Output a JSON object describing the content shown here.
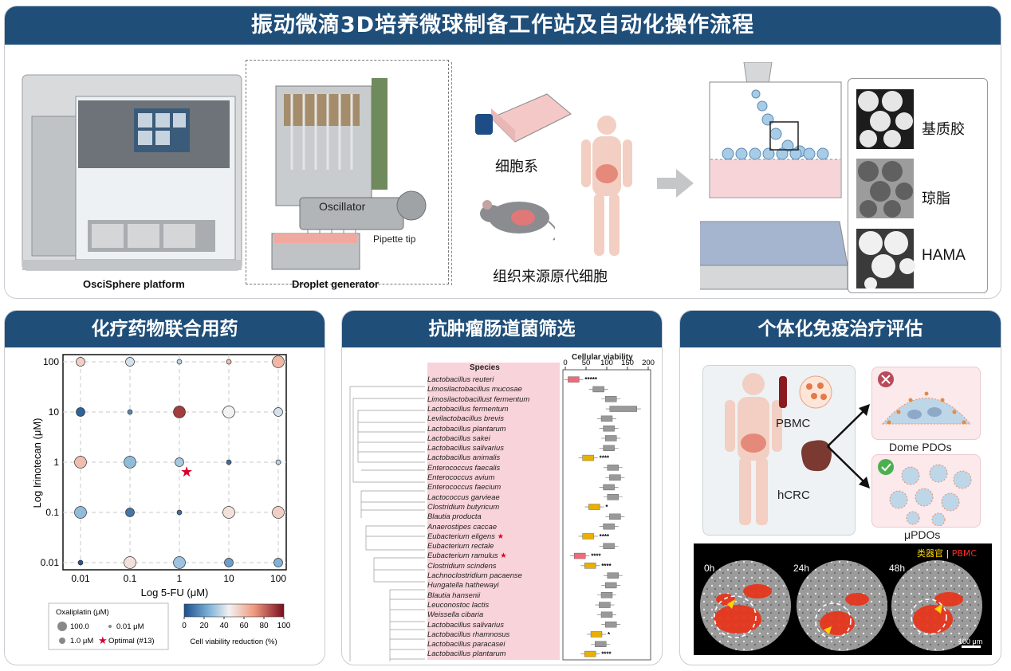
{
  "top": {
    "title": "振动微滴3D培养微球制备工作站及自动化操作流程",
    "platform_caption": "OsciSphere platform",
    "generator_caption": "Droplet generator",
    "oscillator_label": "Oscillator",
    "pipette_label": "Pipette tip",
    "cell_line_label": "细胞系",
    "primary_label": "组织来源原代细胞",
    "materials": [
      "基质胶",
      "琼脂",
      "HAMA"
    ]
  },
  "panel_a": {
    "title": "化疗药物联合用药",
    "legend_title": "Oxaliplatin (μM)",
    "legend_items": [
      "100.0",
      "0.01 μM",
      "1.0 μM",
      "Optimal (#13)"
    ],
    "colorbar_ticks": [
      "0",
      "20",
      "40",
      "60",
      "80",
      "100"
    ],
    "colorbar_label": "Cell viability reduction (%)"
  },
  "panel_b": {
    "title": "抗肿瘤肠道菌筛选",
    "species_header": "Species",
    "viability_header": "Cellular viability",
    "viability_ticks": [
      "0",
      "50",
      "100",
      "150",
      "200"
    ],
    "species": [
      {
        "name": "Lactobacillus reuteri",
        "star": "",
        "sig": "*****",
        "mean": 20,
        "color": "#ef6b7a"
      },
      {
        "name": "Limosilactobacillus mucosae",
        "star": "",
        "sig": "",
        "mean": 80,
        "color": "#999999"
      },
      {
        "name": "Limosilactobacillust fermentum",
        "star": "",
        "sig": "",
        "mean": 110,
        "color": "#999999"
      },
      {
        "name": "Lactobacillus fermentum",
        "star": "",
        "sig": "",
        "mean": 140,
        "color": "#999999"
      },
      {
        "name": "Levilactobacillus brevis",
        "star": "",
        "sig": "",
        "mean": 100,
        "color": "#999999"
      },
      {
        "name": "Lactobacillus plantarum",
        "star": "",
        "sig": "",
        "mean": 105,
        "color": "#999999"
      },
      {
        "name": "Lactobacillus sakei",
        "star": "",
        "sig": "",
        "mean": 110,
        "color": "#999999"
      },
      {
        "name": "Lactobacillus salivarius",
        "star": "",
        "sig": "",
        "mean": 105,
        "color": "#999999"
      },
      {
        "name": "Lactobacillus animalis",
        "star": "",
        "sig": "****",
        "mean": 55,
        "color": "#e9b000"
      },
      {
        "name": "Enterococcus faecalis",
        "star": "",
        "sig": "",
        "mean": 115,
        "color": "#999999"
      },
      {
        "name": "Enterococcus avium",
        "star": "",
        "sig": "",
        "mean": 120,
        "color": "#999999"
      },
      {
        "name": "Enterococcus faecium",
        "star": "",
        "sig": "",
        "mean": 105,
        "color": "#999999"
      },
      {
        "name": "Lactococcus garvieae",
        "star": "",
        "sig": "",
        "mean": 115,
        "color": "#999999"
      },
      {
        "name": "Clostridium butyricum",
        "star": "",
        "sig": "*",
        "mean": 70,
        "color": "#e9b000"
      },
      {
        "name": "Blautia producta",
        "star": "",
        "sig": "",
        "mean": 120,
        "color": "#999999"
      },
      {
        "name": "Anaerostipes caccae",
        "star": "",
        "sig": "",
        "mean": 105,
        "color": "#999999"
      },
      {
        "name": "Eubacterium eligens",
        "star": "★",
        "sig": "****",
        "mean": 55,
        "color": "#e9b000"
      },
      {
        "name": "Eubacterium rectale",
        "star": "",
        "sig": "",
        "mean": 105,
        "color": "#999999"
      },
      {
        "name": "Eubacterium ramulus",
        "star": "★",
        "sig": "****",
        "mean": 35,
        "color": "#ef6b7a"
      },
      {
        "name": "Clostridium scindens",
        "star": "",
        "sig": "****",
        "mean": 60,
        "color": "#e9b000"
      },
      {
        "name": "Lachnoclostridium pacaense",
        "star": "",
        "sig": "",
        "mean": 115,
        "color": "#999999"
      },
      {
        "name": "Hungatella hathewayi",
        "star": "",
        "sig": "",
        "mean": 110,
        "color": "#999999"
      },
      {
        "name": "Blautia hansenii",
        "star": "",
        "sig": "",
        "mean": 100,
        "color": "#999999"
      },
      {
        "name": "Leuconostoc lactis",
        "star": "",
        "sig": "",
        "mean": 95,
        "color": "#999999"
      },
      {
        "name": "Weissella cibaria",
        "star": "",
        "sig": "",
        "mean": 100,
        "color": "#999999"
      },
      {
        "name": "Lactobacillus salivarius",
        "star": "",
        "sig": "",
        "mean": 110,
        "color": "#999999"
      },
      {
        "name": "Lactobacillus rhamnosus",
        "star": "",
        "sig": "*",
        "mean": 75,
        "color": "#e9b000"
      },
      {
        "name": "Lactobacillus paracasei",
        "star": "",
        "sig": "",
        "mean": 85,
        "color": "#999999"
      },
      {
        "name": "Lactobacillus plantarum",
        "star": "",
        "sig": "****",
        "mean": 60,
        "color": "#e9b000"
      }
    ]
  },
  "panel_c": {
    "title": "个体化免疫治疗评估",
    "pbmc_label": "PBMC",
    "hcrc_label": "hCRC",
    "dome_label": "Dome PDOs",
    "micro_label": "μPDOs",
    "legend_organoid": "类器官",
    "legend_sep": " | ",
    "legend_pbmc": "PBMC",
    "timepoints": [
      "0h",
      "24h",
      "48h"
    ],
    "scalebar": "100 μm"
  },
  "chart_data": {
    "type": "scatter",
    "xlabel": "Log 5-FU (μM)",
    "ylabel": "Log Irinotecan (μM)",
    "x_ticks": [
      "0.01",
      "0.1",
      "1",
      "10",
      "100"
    ],
    "y_ticks": [
      "0.01",
      "0.1",
      "1",
      "10",
      "100"
    ],
    "scale": "log",
    "size_meaning": "Oxaliplatin (μM)",
    "color_meaning": "Cell viability reduction (%)",
    "colorbar_range": [
      0,
      100
    ],
    "points": [
      {
        "x": 0.01,
        "y": 100,
        "oxa": 1,
        "reduction": 55
      },
      {
        "x": 0.1,
        "y": 100,
        "oxa": 1,
        "reduction": 40
      },
      {
        "x": 1,
        "y": 100,
        "oxa": 0.01,
        "reduction": 35
      },
      {
        "x": 10,
        "y": 100,
        "oxa": 0.01,
        "reduction": 60
      },
      {
        "x": 100,
        "y": 100,
        "oxa": 100,
        "reduction": 62
      },
      {
        "x": 0.01,
        "y": 10,
        "oxa": 1,
        "reduction": 5
      },
      {
        "x": 0.1,
        "y": 10,
        "oxa": 0.01,
        "reduction": 15
      },
      {
        "x": 1,
        "y": 10,
        "oxa": 100,
        "reduction": 90
      },
      {
        "x": 10,
        "y": 10,
        "oxa": 100,
        "reduction": 45
      },
      {
        "x": 100,
        "y": 10,
        "oxa": 1,
        "reduction": 40
      },
      {
        "x": 0.01,
        "y": 1,
        "oxa": 100,
        "reduction": 60
      },
      {
        "x": 0.1,
        "y": 1,
        "oxa": 100,
        "reduction": 28
      },
      {
        "x": 1,
        "y": 1,
        "oxa": 1,
        "reduction": 32
      },
      {
        "x": 10,
        "y": 1,
        "oxa": 0.01,
        "reduction": 8
      },
      {
        "x": 100,
        "y": 1,
        "oxa": 0.01,
        "reduction": 35
      },
      {
        "x": 0.01,
        "y": 0.1,
        "oxa": 100,
        "reduction": 28
      },
      {
        "x": 0.1,
        "y": 0.1,
        "oxa": 1,
        "reduction": 10
      },
      {
        "x": 1,
        "y": 0.1,
        "oxa": 0.01,
        "reduction": 8
      },
      {
        "x": 10,
        "y": 0.1,
        "oxa": 100,
        "reduction": 50
      },
      {
        "x": 100,
        "y": 0.1,
        "oxa": 100,
        "reduction": 55
      },
      {
        "x": 0.01,
        "y": 0.01,
        "oxa": 0.01,
        "reduction": 2
      },
      {
        "x": 0.1,
        "y": 0.01,
        "oxa": 100,
        "reduction": 50
      },
      {
        "x": 1,
        "y": 0.01,
        "oxa": 100,
        "reduction": 30
      },
      {
        "x": 10,
        "y": 0.01,
        "oxa": 1,
        "reduction": 20
      },
      {
        "x": 100,
        "y": 0.01,
        "oxa": 1,
        "reduction": 25
      }
    ],
    "optimal": {
      "label": "Optimal (#13)",
      "x": 1.4,
      "y": 0.65
    }
  },
  "colors": {
    "header": "#1f4e79",
    "highlight": "#f8d3da",
    "star": "#d6002a"
  }
}
